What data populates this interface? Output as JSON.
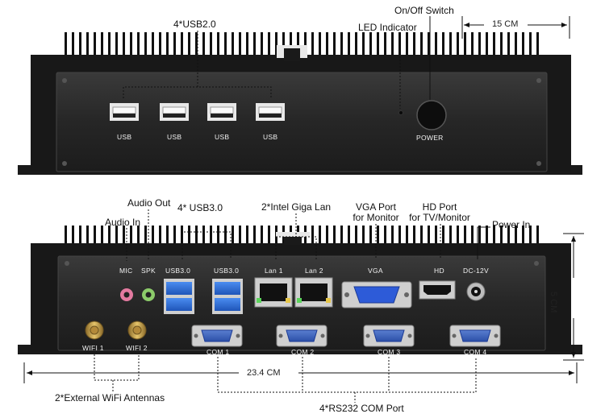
{
  "colors": {
    "chassis": "#151515",
    "panel": "#2a2a2a",
    "usb2_white": "#f4f4f4",
    "usb3_blue": "#2f6fd6",
    "vga_blue": "#2d5bd8",
    "mic_pink": "#e47aa0",
    "spk_green": "#8ccb6a",
    "antenna_gold": "#c9a24a",
    "callout_line": "#111111"
  },
  "top_unit": {
    "callouts": {
      "usb2": "4*USB2.0",
      "led": "LED Indicator",
      "power_switch": "On/Off Switch"
    },
    "depth_dimension": "15 CM",
    "ports": [
      {
        "label": "USB"
      },
      {
        "label": "USB"
      },
      {
        "label": "USB"
      },
      {
        "label": "USB"
      }
    ],
    "power_label": "POWER"
  },
  "bottom_unit": {
    "callouts": {
      "audio_out": "Audio Out",
      "audio_in": "Audio In",
      "usb3": "4* USB3.0",
      "lan": "2*Intel Giga Lan",
      "vga_line1": "VGA Port",
      "vga_line2": "for Monitor",
      "hd_line1": "HD Port",
      "hd_line2": "for TV/Monitor",
      "power_in": "Power In",
      "wifi": "2*External WiFi Antennas",
      "com": "4*RS232 COM Port"
    },
    "width_dimension": "23.4 CM",
    "height_dimension": "5 CM",
    "panel_labels": {
      "mic": "MIC",
      "spk": "SPK",
      "usb3_a": "USB3.0",
      "usb3_b": "USB3.0",
      "lan1": "Lan 1",
      "lan2": "Lan 2",
      "vga": "VGA",
      "hd": "HD",
      "dc": "DC-12V",
      "wifi1": "WIFI 1",
      "wifi2": "WIFI 2",
      "com1": "COM 1",
      "com2": "COM 2",
      "com3": "COM 3",
      "com4": "COM 4"
    }
  }
}
